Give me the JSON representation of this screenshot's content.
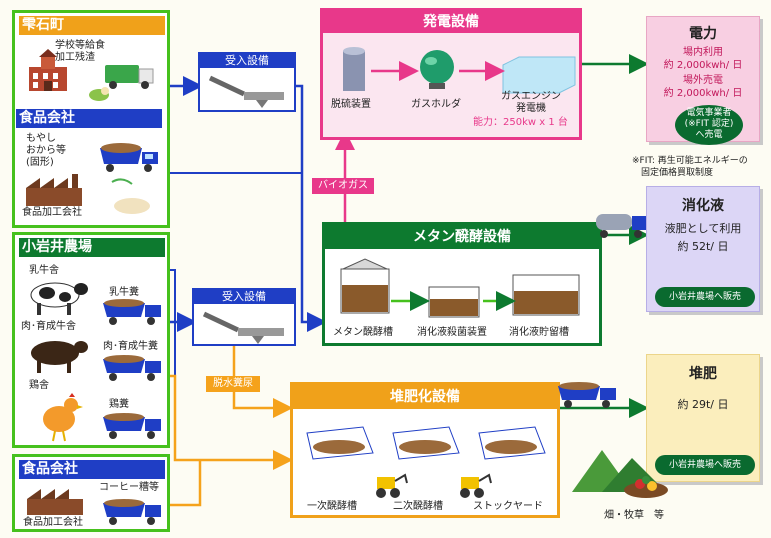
{
  "sources": {
    "shizukuishi": {
      "title": "雫石町",
      "desc": "学校等給食\n加工残渣"
    },
    "food_company_1": {
      "title": "食品会社",
      "desc": "もやし\nおから等\n(固形)",
      "caption": "食品加工会社"
    },
    "koiwai": {
      "title": "小岩井農場",
      "dairy_barn": "乳牛舎",
      "dairy_manure": "乳牛糞",
      "beef_barn": "肉･育成牛舎",
      "beef_manure": "肉･育成牛糞",
      "poultry_house": "鶏舎",
      "poultry_manure": "鶏糞"
    },
    "food_company_2": {
      "title": "食品会社",
      "desc": "コーヒー糟等",
      "caption": "食品加工会社"
    }
  },
  "receiving": {
    "upper": "受入設備",
    "lower": "受入設備"
  },
  "dewatered_label": "脱水糞尿",
  "power_plant": {
    "title": "発電設備",
    "desulfurizer": "脱硫装置",
    "gas_holder": "ガスホルダ",
    "engine": "ガスエンジン\n発電機",
    "capacity": "能力：250kw x 1 台"
  },
  "biogas_label": "バイオガス",
  "methane": {
    "title": "メタン醗酵設備",
    "tank1": "メタン醗酵槽",
    "tank2": "消化液殺菌装置",
    "tank3": "消化液貯留槽"
  },
  "compost": {
    "title": "堆肥化設備",
    "stage1": "一次醗酵槽",
    "stage2": "二次醗酵槽",
    "stage3": "ストックヤード"
  },
  "outputs": {
    "power": {
      "title": "電力",
      "line1": "場内利用",
      "line2": "約 2,000kwh/ 日",
      "line3": "場外売電",
      "line4": "約 2,000kwh/ 日",
      "badge": "電気事業者\n(※FIT 認定)\nへ売電"
    },
    "fit_note": "※FIT: 再生可能エネルギーの\n　固定価格買取制度",
    "digestate": {
      "title": "消化液",
      "line1": "液肥として利用",
      "line2": "約 52t/ 日",
      "badge": "小岩井農場へ販売"
    },
    "compost": {
      "title": "堆肥",
      "line1": "約 29t/ 日",
      "badge": "小岩井農場へ販売"
    },
    "field_caption": "畑・牧草　等"
  },
  "colors": {
    "source_green": "#46c11d",
    "receive_blue": "#1f3ec5",
    "power_pink": "#e8388a",
    "methane_green": "#0d7a2f",
    "compost_orange": "#f0a11a",
    "arrow_orange": "#f5a21b"
  }
}
